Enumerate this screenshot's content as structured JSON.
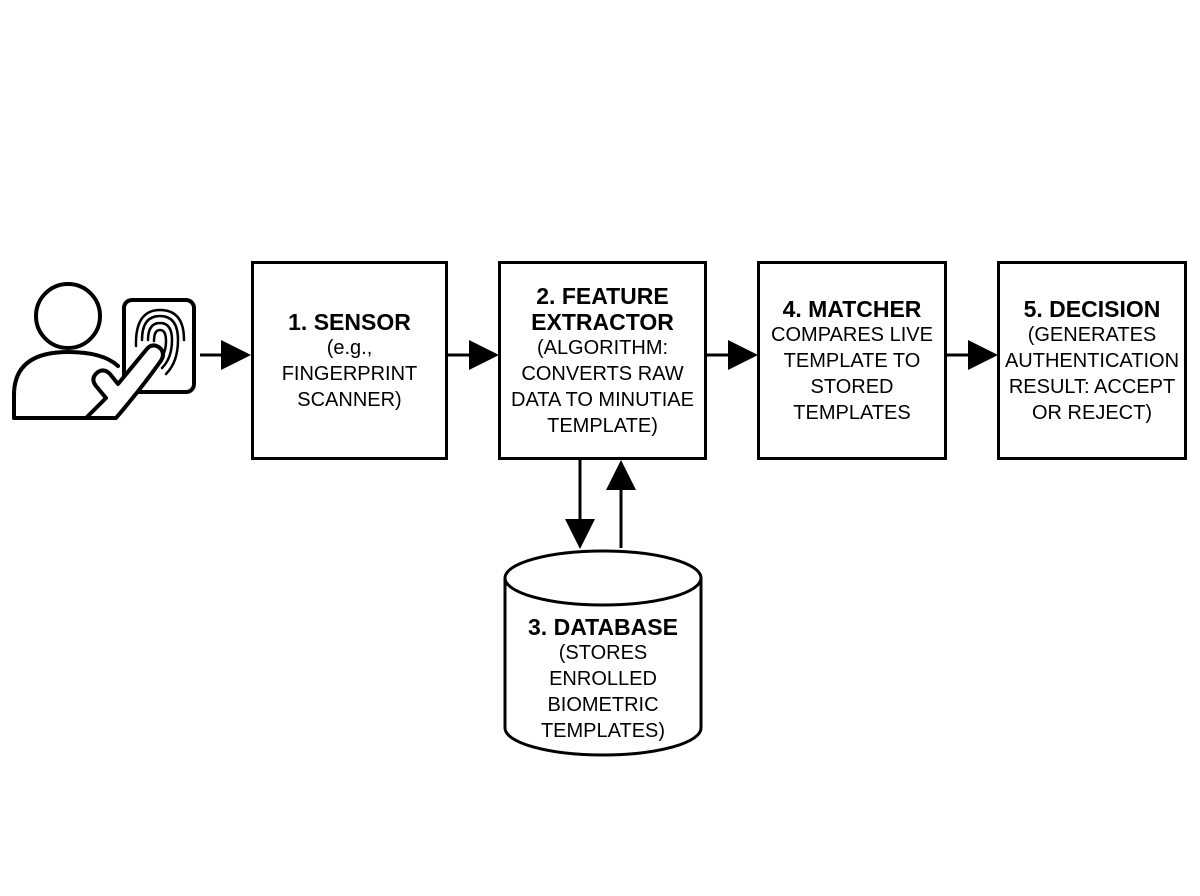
{
  "colors": {
    "stroke": "#000000",
    "background": "#ffffff"
  },
  "icons": {
    "user": "user-with-fingerprint-icon"
  },
  "sensor": {
    "title": "1. SENSOR",
    "desc": [
      "(e.g.,",
      "FINGERPRINT",
      "SCANNER)"
    ]
  },
  "extractor": {
    "title": [
      "2. FEATURE",
      "EXTRACTOR"
    ],
    "desc": [
      "(ALGORITHM:",
      "CONVERTS RAW",
      "DATA TO MINUTIAE",
      "TEMPLATE)"
    ]
  },
  "database": {
    "title": "3. DATABASE",
    "desc": [
      "(STORES",
      "ENROLLED",
      "BIOMETRIC",
      "TEMPLATES)"
    ]
  },
  "matcher": {
    "title": "4. MATCHER",
    "desc": [
      "COMPARES LIVE",
      "TEMPLATE TO",
      "STORED",
      "TEMPLATES"
    ]
  },
  "decision": {
    "title": "5. DECISION",
    "desc": [
      "(GENERATES",
      "AUTHENTICATION",
      "RESULT: ACCEPT",
      "OR REJECT)"
    ]
  }
}
